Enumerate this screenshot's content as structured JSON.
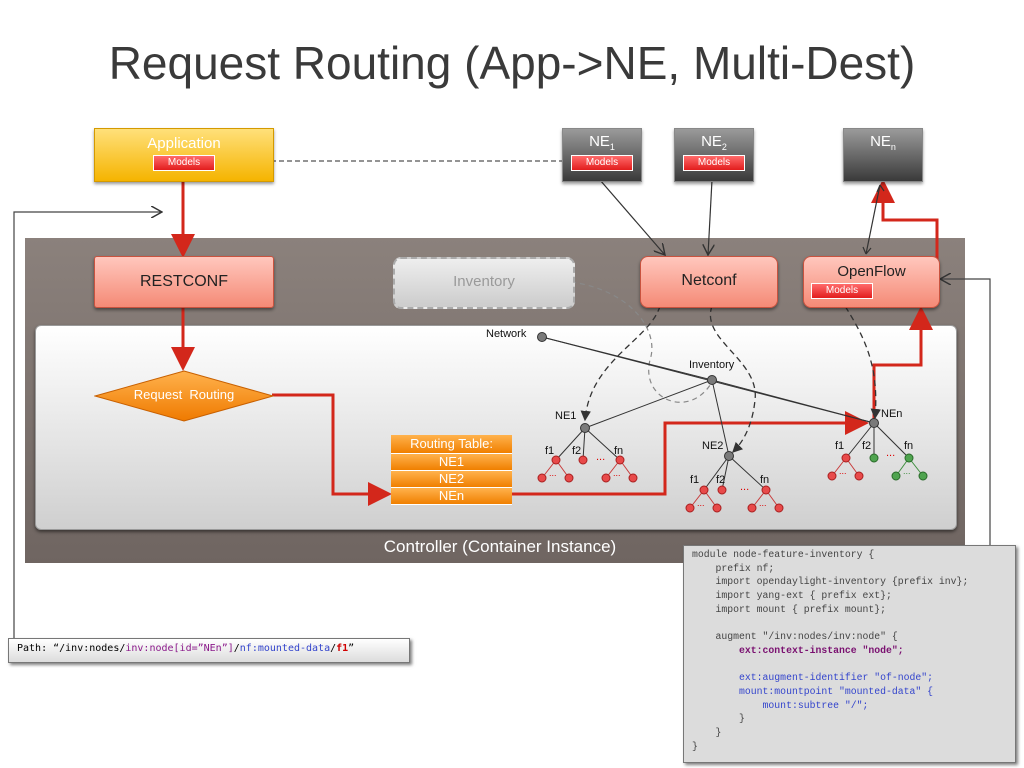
{
  "title": "Request Routing (App->NE, Multi-Dest)",
  "application": {
    "label": "Application",
    "models": "Models"
  },
  "ne1": {
    "label": "NE",
    "sub": "1",
    "models": "Models"
  },
  "ne2": {
    "label": "NE",
    "sub": "2",
    "models": "Models"
  },
  "nen": {
    "label": "NE",
    "sub": "n"
  },
  "controller": {
    "label": "Controller (Container Instance)",
    "restconf": "RESTCONF",
    "inventory": "Inventory",
    "netconf": "Netconf",
    "openflow": {
      "label": "OpenFlow",
      "models": "Models"
    },
    "request_routing": "Request  Routing",
    "routing_table": {
      "header": "Routing Table:",
      "rows": [
        "NE1",
        "NE2",
        "NEn"
      ]
    }
  },
  "tree": {
    "network": "Network",
    "inventory": "Inventory",
    "ne1": "NE1",
    "ne2": "NE2",
    "nen": "NEn",
    "f1": "f1",
    "f2": "f2",
    "fn": "fn",
    "dots": "..."
  },
  "path": {
    "prefix": "Path: “/inv:nodes/",
    "node": "inv:node[id=”NEn”]",
    "slash": "/",
    "nf": "nf:mounted-data",
    "slash2": "/",
    "f1": "f1",
    "close": "”"
  },
  "code": {
    "l1": "module node-feature-inventory {",
    "l2": "    prefix nf;",
    "l3": "    import opendaylight-inventory {prefix inv};",
    "l4": "    import yang-ext { prefix ext};",
    "l5": "    import mount { prefix mount};",
    "l6": "",
    "l7": "    augment \"/inv:nodes/inv:node\" {",
    "l8": "        ext:context-instance \"node\";",
    "l9": "",
    "l10": "        ext:augment-identifier \"of-node\";",
    "l11": "        mount:mountpoint \"mounted-data\" {",
    "l12": "            mount:subtree \"/\";",
    "l13": "        }",
    "l14": "    }",
    "l15": "}"
  },
  "colors": {
    "red_path": "#d3271b",
    "tree_red": "#e84a4a",
    "tree_green": "#3f8f3f",
    "panel": "#7a706b"
  }
}
